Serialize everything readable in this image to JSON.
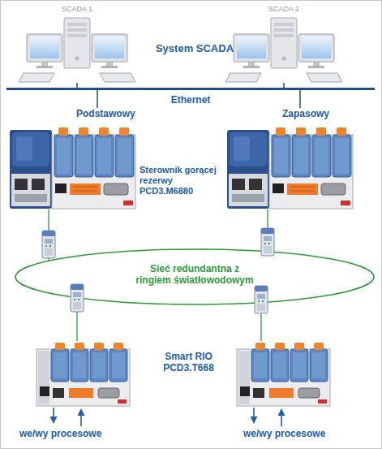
{
  "diagram": {
    "nodes": [
      {
        "text": [
          "SCADA 1"
        ]
      },
      {
        "text": [
          "SCADA 2"
        ]
      },
      {
        "text": [
          "Ethernet"
        ]
      },
      {
        "text": [
          "Podstawowy"
        ]
      },
      {
        "text": [
          "Zapasowy"
        ]
      },
      {
        "text": [
          "Sieć redundantna z ringiem światłowodowym"
        ]
      },
      {
        "text": [
          "we/wy procesowe"
        ]
      },
      {
        "text": [
          "we/wy procesowe"
        ]
      }
    ],
    "edges": [
      {
        "from": 0,
        "to": 2,
        "arrow": "none"
      },
      {
        "from": 1,
        "to": 2,
        "arrow": "none"
      },
      {
        "from": 3,
        "to": 2,
        "arrow": "none"
      },
      {
        "from": 4,
        "to": 2,
        "arrow": "none"
      },
      {
        "from": 3,
        "to": 5,
        "arrow": "none"
      },
      {
        "from": 4,
        "to": 5,
        "arrow": "none"
      },
      {
        "from": 5,
        "to": 6,
        "arrow": "none"
      },
      {
        "from": 5,
        "to": 7,
        "arrow": "none"
      }
    ],
    "labels": [
      "System SCADA",
      "Sterownik gorącej rezerwy PCD3.M6880",
      "Smart RIO PCD3.T668"
    ]
  }
}
